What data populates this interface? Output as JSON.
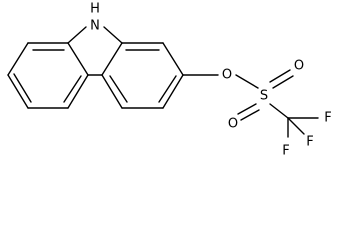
{
  "molecule": {
    "atoms": {
      "nh": "H\nN",
      "n_label": "N",
      "h_label": "H",
      "ester_o": "O",
      "s": "S",
      "so_top": "O",
      "so_bottom": "O",
      "f_right": "F",
      "f_bottom_left": "F",
      "f_bottom_right": "F"
    }
  },
  "colors": {
    "bond": "#000000",
    "label": "#000000",
    "background": "#ffffff"
  }
}
